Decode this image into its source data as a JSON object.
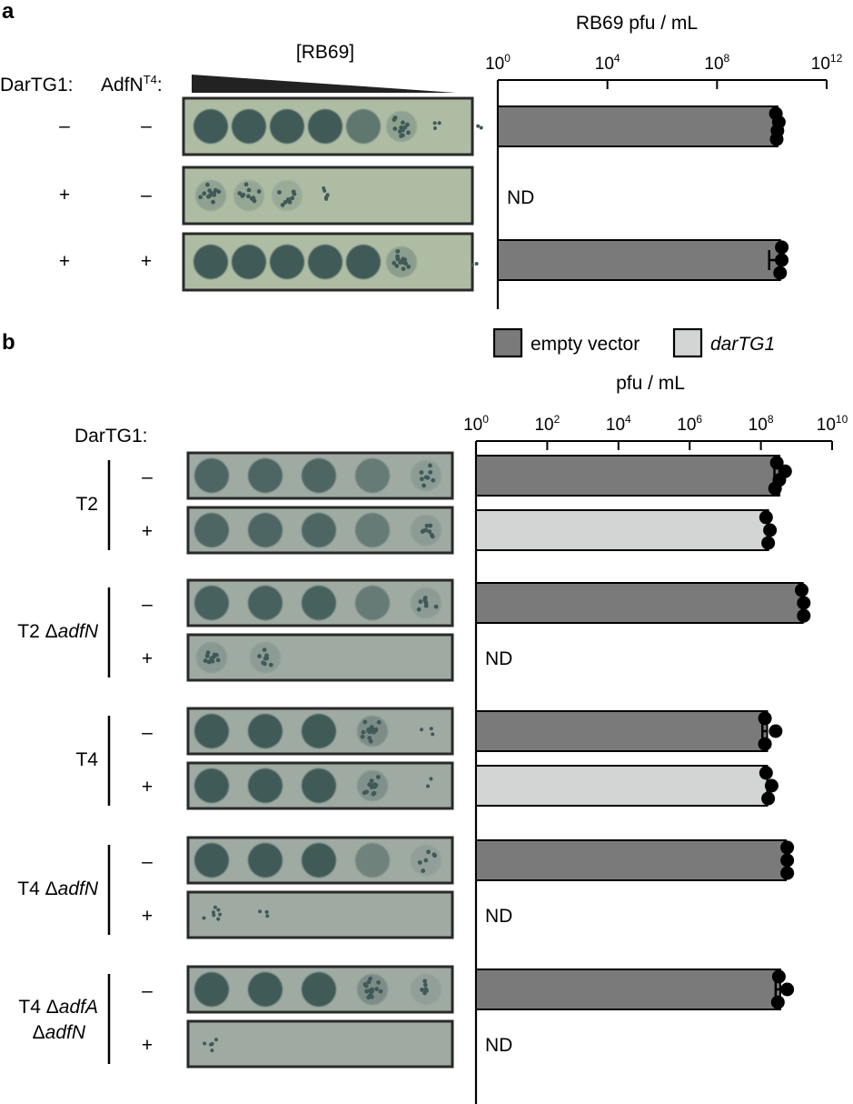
{
  "panel_a": {
    "letter": "a",
    "col_label_1": "DarTG1:",
    "col_label_2_main": "AdfN",
    "col_label_2_sup": "T4",
    "col_label_2_colon": ":",
    "dilution_label": "[RB69]",
    "rows": [
      {
        "darTG1": "–",
        "adfN": "–",
        "spot_levels": [
          1,
          1,
          1,
          1,
          0.7,
          0.3,
          0.05,
          0.03
        ]
      },
      {
        "darTG1": "+",
        "adfN": "–",
        "spot_levels": [
          0.3,
          0.25,
          0.2,
          0.1,
          0,
          0,
          0,
          0
        ]
      },
      {
        "darTG1": "+",
        "adfN": "+",
        "spot_levels": [
          1,
          1,
          1,
          1,
          1,
          0.35,
          0,
          0.03
        ]
      }
    ]
  },
  "panel_b": {
    "letter": "b",
    "col_label": "DarTG1:",
    "groups": [
      {
        "name": "T2",
        "name_italic": "",
        "name_line2": "",
        "name_line2_italic": "",
        "rows": [
          {
            "darTG1": "–",
            "spot_levels": [
              0.85,
              0.85,
              0.85,
              0.6,
              0.2
            ]
          },
          {
            "darTG1": "+",
            "spot_levels": [
              0.85,
              0.85,
              0.85,
              0.6,
              0.2
            ]
          }
        ]
      },
      {
        "name": "T2 Δ",
        "name_italic": "adfN",
        "name_line2": "",
        "name_line2_italic": "",
        "rows": [
          {
            "darTG1": "–",
            "spot_levels": [
              0.9,
              0.9,
              0.9,
              0.6,
              0.2
            ]
          },
          {
            "darTG1": "+",
            "spot_levels": [
              0.25,
              0.2,
              0,
              0,
              0
            ]
          }
        ]
      },
      {
        "name": "T4",
        "name_italic": "",
        "name_line2": "",
        "name_line2_italic": "",
        "rows": [
          {
            "darTG1": "–",
            "spot_levels": [
              1,
              1,
              1,
              0.4,
              0.05
            ]
          },
          {
            "darTG1": "+",
            "spot_levels": [
              1,
              1,
              1,
              0.35,
              0.03
            ]
          }
        ]
      },
      {
        "name": "T4 Δ",
        "name_italic": "adfN",
        "name_line2": "",
        "name_line2_italic": "",
        "rows": [
          {
            "darTG1": "–",
            "spot_levels": [
              1,
              1,
              1,
              0.5,
              0.15
            ]
          },
          {
            "darTG1": "+",
            "spot_levels": [
              0.12,
              0.05,
              0,
              0,
              0
            ]
          }
        ]
      },
      {
        "name": "T4 Δ",
        "name_italic": "adfA",
        "name_line2": "Δ",
        "name_line2_italic": "adfN",
        "rows": [
          {
            "darTG1": "–",
            "spot_levels": [
              1,
              1,
              1,
              0.4,
              0.15
            ]
          },
          {
            "darTG1": "+",
            "spot_levels": [
              0.1,
              0,
              0,
              0,
              0
            ]
          }
        ]
      }
    ]
  },
  "colors": {
    "empty_vector": "#7a7a7a",
    "darTG1": "#d3d5d4",
    "plate_a": "#aebca4",
    "plate_b": "#9eaaa2",
    "plaque": "#3f5a58",
    "dot": "#000000"
  },
  "chart_data": [
    {
      "type": "bar",
      "orientation": "horizontal",
      "title": "RB69 pfu / mL",
      "xscale": "log10",
      "xlim": [
        1,
        1000000000000
      ],
      "xticks": [
        1,
        10000,
        100000000,
        1000000000000
      ],
      "xtick_labels": [
        {
          "base": "10",
          "exp": "0"
        },
        {
          "base": "10",
          "exp": "4"
        },
        {
          "base": "10",
          "exp": "8"
        },
        {
          "base": "10",
          "exp": "12"
        }
      ],
      "categories": [
        "DarTG1 – / AdfN – ",
        "DarTG1 + / AdfN –",
        "DarTG1 + / AdfN +"
      ],
      "values": [
        16000000000.0,
        0,
        20000000000.0
      ],
      "nd_label": "ND",
      "nd": [
        false,
        true,
        false
      ],
      "series_of_bar": [
        "empty vector",
        "empty vector",
        "empty vector"
      ],
      "points": [
        [
          14000000000.0,
          18000000000.0,
          16000000000.0,
          15000000000.0
        ],
        [],
        [
          23000000000.0,
          23000000000.0,
          20000000000.0
        ]
      ],
      "error_low": [
        15000000000.0,
        null,
        8000000000.0
      ]
    },
    {
      "type": "bar",
      "orientation": "horizontal",
      "title": "pfu / mL",
      "xscale": "log10",
      "xlim": [
        1,
        10000000000
      ],
      "xticks": [
        1,
        100,
        10000,
        1000000,
        100000000,
        10000000000
      ],
      "xtick_labels": [
        {
          "base": "10",
          "exp": "0"
        },
        {
          "base": "10",
          "exp": "2"
        },
        {
          "base": "10",
          "exp": "4"
        },
        {
          "base": "10",
          "exp": "6"
        },
        {
          "base": "10",
          "exp": "8"
        },
        {
          "base": "10",
          "exp": "10"
        }
      ],
      "legend_position": "top",
      "legend": [
        {
          "label": "empty vector",
          "italic": false,
          "series": "empty vector"
        },
        {
          "label": "darTG1",
          "italic": true,
          "series": "darTG1"
        }
      ],
      "categories": [
        "T2 –",
        "T2 +",
        "T2 ΔadfN –",
        "T2 ΔadfN +",
        "T4 –",
        "T4 +",
        "T4 ΔadfN –",
        "T4 ΔadfN +",
        "T4 ΔadfA ΔadfN –",
        "T4 ΔadfA ΔadfN +"
      ],
      "series_of_bar": [
        "empty vector",
        "darTG1",
        "empty vector",
        "darTG1",
        "empty vector",
        "darTG1",
        "empty vector",
        "darTG1",
        "empty vector",
        "darTG1"
      ],
      "values": [
        330000000.0,
        160000000.0,
        1500000000.0,
        0,
        150000000.0,
        150000000.0,
        500000000.0,
        0,
        350000000.0,
        0
      ],
      "nd_label": "ND",
      "nd": [
        false,
        false,
        false,
        true,
        false,
        false,
        false,
        true,
        false,
        true
      ],
      "points": [
        [
          280000000.0,
          480000000.0,
          330000000.0,
          250000000.0
        ],
        [
          140000000.0,
          180000000.0,
          160000000.0
        ],
        [
          1400000000.0,
          1600000000.0,
          1600000000.0
        ],
        [],
        [
          130000000.0,
          260000000.0,
          130000000.0
        ],
        [
          140000000.0,
          200000000.0,
          160000000.0
        ],
        [
          550000000.0,
          550000000.0,
          550000000.0
        ],
        [],
        [
          320000000.0,
          550000000.0,
          300000000.0
        ],
        []
      ],
      "error_low": [
        240000000.0,
        null,
        null,
        null,
        110000000.0,
        null,
        null,
        null,
        260000000.0,
        null
      ]
    }
  ]
}
